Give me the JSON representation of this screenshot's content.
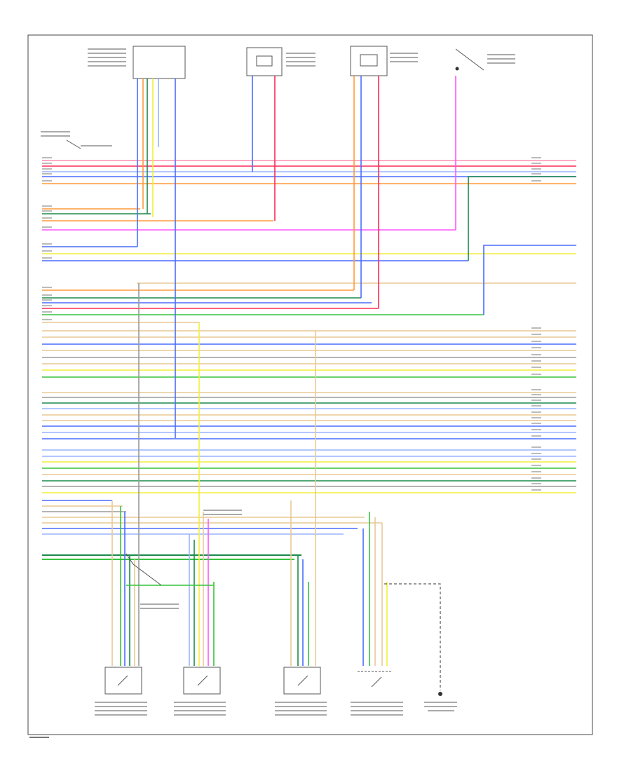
{
  "diagram": {
    "page_number": "",
    "wire_colors": {
      "pink": "#ff8fb0",
      "red": "#ff2a55",
      "blue": "#4a6cff",
      "orange": "#ff9a3c",
      "yellow": "#f2ee3a",
      "green": "#37c43c",
      "magenta": "#ff55ff",
      "tan": "#e7c994",
      "lightblue": "#9ab4ff",
      "darkgreen": "#1a8a4a",
      "black": "#333333",
      "gray": "#9a9a9a"
    },
    "components": [
      {
        "id": "comp-top-1",
        "name": "component-top-1",
        "label": ""
      },
      {
        "id": "comp-top-2",
        "name": "component-top-2",
        "label": ""
      },
      {
        "id": "comp-top-3",
        "name": "component-top-3",
        "label": ""
      },
      {
        "id": "comp-top-4",
        "name": "component-top-4",
        "label": ""
      },
      {
        "id": "comp-bot-1",
        "name": "component-bottom-1",
        "label": ""
      },
      {
        "id": "comp-bot-2",
        "name": "component-bottom-2",
        "label": ""
      },
      {
        "id": "comp-bot-3",
        "name": "component-bottom-3",
        "label": ""
      },
      {
        "id": "comp-bot-4",
        "name": "component-bottom-4",
        "label": ""
      },
      {
        "id": "comp-ground",
        "name": "ground-point",
        "label": ""
      }
    ]
  }
}
